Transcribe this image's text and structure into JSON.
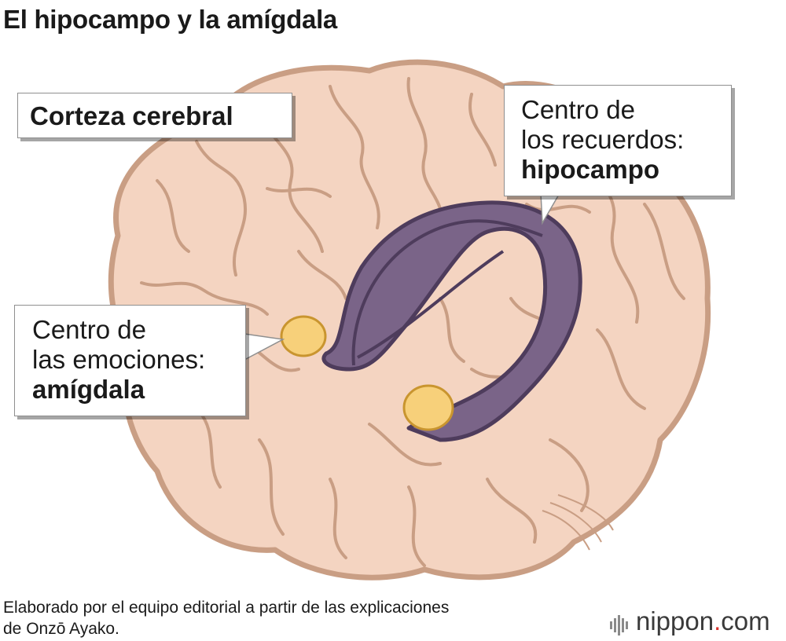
{
  "title": "El hipocampo y la amígdala",
  "labels": {
    "cortex": "Corteza cerebral",
    "hippocampus": [
      "Centro de",
      "los recuerdos:",
      "hipocampo"
    ],
    "amygdala": [
      "Centro de",
      "las emociones:",
      "amígdala"
    ]
  },
  "credit": [
    "Elaborado por el equipo editorial a partir de las explicaciones",
    "de Onzō Ayako."
  ],
  "logo": {
    "name": "nippon",
    "dot": ".",
    "tld": "com"
  },
  "colors": {
    "brain_fill": "#f4d4c1",
    "brain_outline": "#c99e84",
    "hippocampus_fill": "#7a6488",
    "hippocampus_outline": "#4e3c5c",
    "amygdala_fill": "#f7d07a",
    "amygdala_outline": "#c9952f",
    "logo_dot": "#d9312b"
  }
}
